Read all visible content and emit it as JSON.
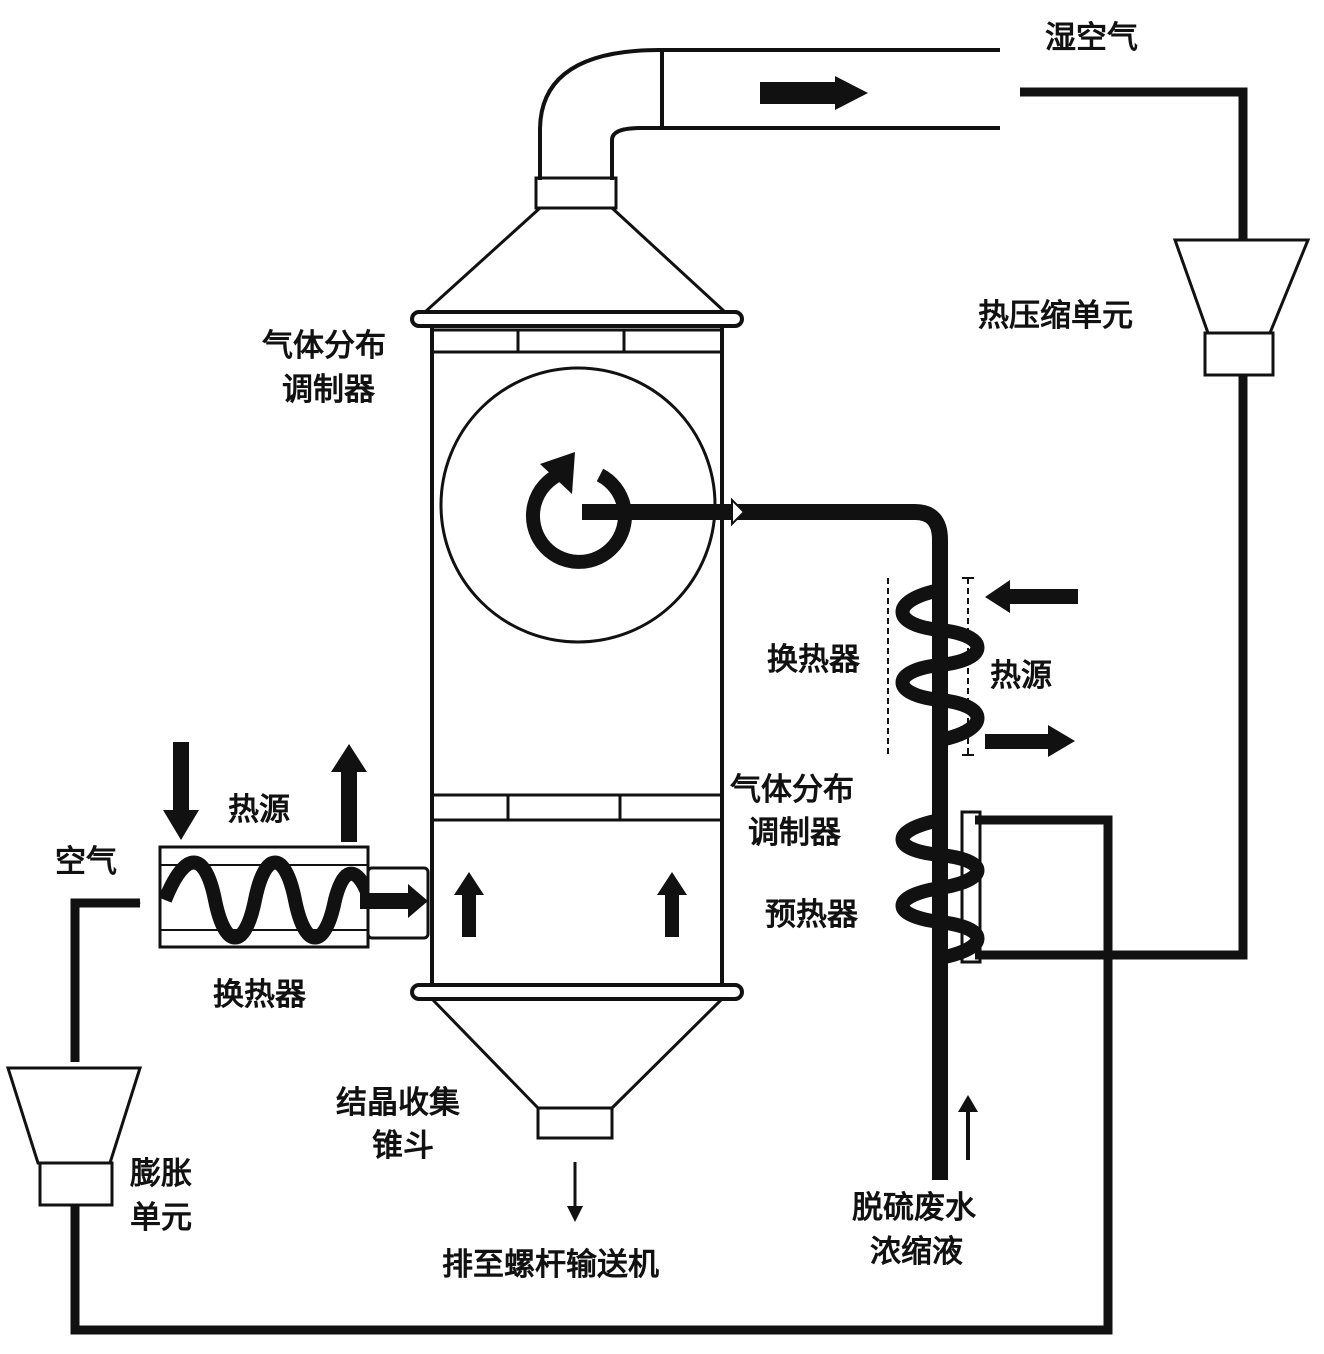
{
  "labels": {
    "wet_air": "湿空气",
    "thermal_compression_unit": "热压缩单元",
    "gas_distribution_regulator_top": [
      "气体分布",
      "调制器"
    ],
    "heat_exchanger_right": "换热器",
    "heat_source_right": "热源",
    "gas_distribution_regulator_right": [
      "气体分布",
      "调制器"
    ],
    "preheater": "预热器",
    "heat_source_left": "热源",
    "air": "空气",
    "heat_exchanger_left": "换热器",
    "expansion_unit": [
      "膨胀",
      "单元"
    ],
    "crystal_collection_hopper": [
      "结晶收集",
      "锥斗"
    ],
    "discharge_to_screw_conveyor": "排至螺杆输送机",
    "desulfurization_wastewater": [
      "脱硫废水",
      "浓缩液"
    ]
  },
  "colors": {
    "ink": "#111111",
    "paper": "#ffffff"
  }
}
